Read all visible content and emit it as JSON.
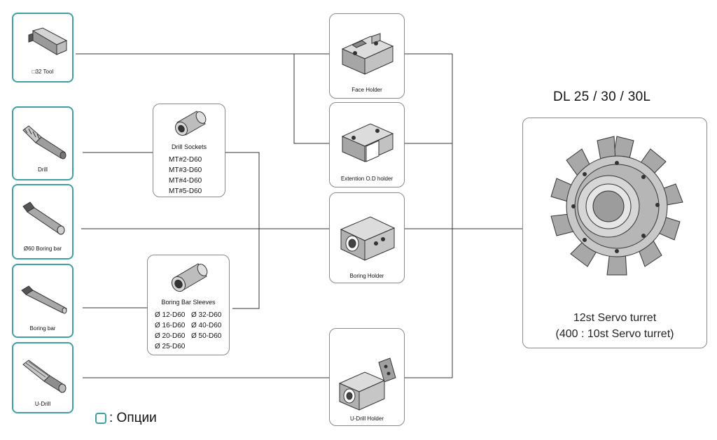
{
  "options_tools": [
    {
      "name": "square-tool",
      "label": "□32 Tool"
    },
    {
      "name": "drill",
      "label": "Drill"
    },
    {
      "name": "boring-bar-60",
      "label": "Ø60 Boring bar"
    },
    {
      "name": "boring-bar",
      "label": "Boring bar"
    },
    {
      "name": "u-drill",
      "label": "U-Drill"
    }
  ],
  "drill_sockets": {
    "title": "Drill Sockets",
    "items": [
      "MT#2-D60",
      "MT#3-D60",
      "MT#4-D60",
      "MT#5-D60"
    ]
  },
  "boring_bar_sleeves": {
    "title": "Boring Bar Sleeves",
    "left_items": [
      "Ø 12-D60",
      "Ø 16-D60",
      "Ø 20-D60",
      "Ø 25-D60"
    ],
    "right_items": [
      "Ø 32-D60",
      "Ø 40-D60",
      "Ø 50-D60"
    ]
  },
  "holders": {
    "face": "Face Holder",
    "extention": "Extention O.D holder",
    "boring": "Boring Holder",
    "udrill": "U-Drill Holder"
  },
  "turret": {
    "model": "DL 25 / 30 / 30L",
    "caption_line1": "12st Servo turret",
    "caption_line2": "(400 : 10st Servo turret)"
  },
  "legend": {
    "text": ": Опции",
    "color": "#3f9fa3"
  }
}
